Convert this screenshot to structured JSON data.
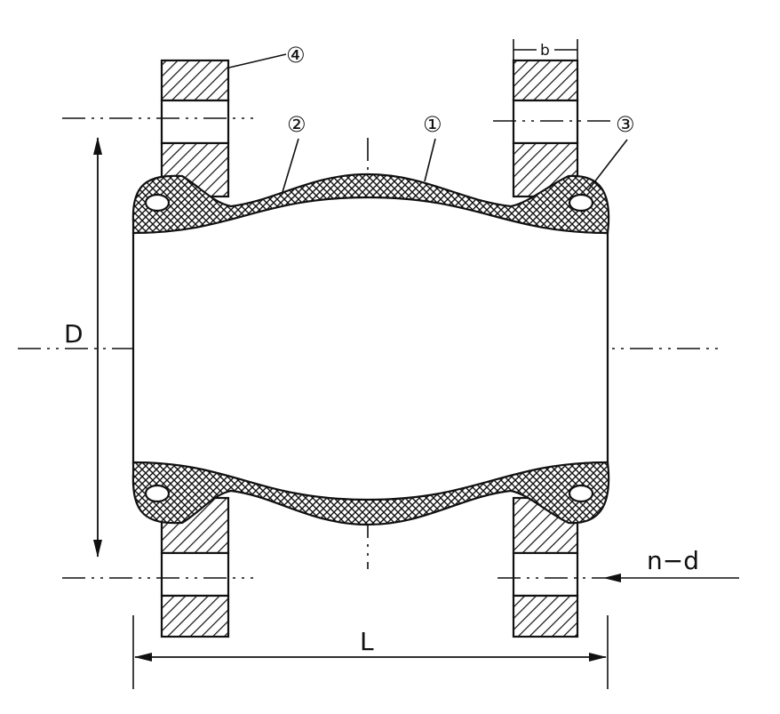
{
  "callouts": {
    "c1": "①",
    "c2": "②",
    "c3": "③",
    "c4": "④"
  },
  "dimensions": {
    "diameter": "D",
    "length": "L",
    "flange_thickness": "b",
    "bolt_holes": "n−d"
  },
  "colors": {
    "line": "#111111",
    "background": "#ffffff"
  }
}
